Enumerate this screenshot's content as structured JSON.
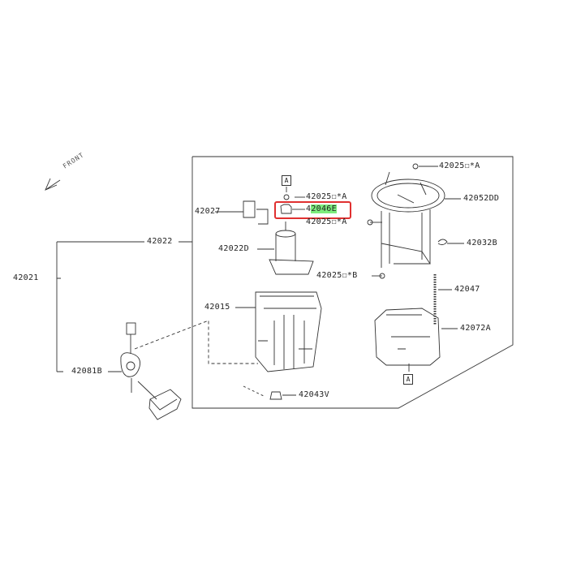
{
  "diagram": {
    "front_label": "FRONT",
    "ref_marker": "A",
    "labels": {
      "p42025_top": "42025☐*A",
      "p42052DD": "42052DD",
      "p42025_left": "42025☐*A",
      "p42046E_hl": "2046E",
      "p42046E_pre": "4",
      "p42027": "42027",
      "p42025_mid": "42025☐*A",
      "p42032B": "42032B",
      "p42022": "42022",
      "p42022D": "42022D",
      "p42025_b": "42025☐*B",
      "p42047": "42047",
      "p42021": "42021",
      "p42015": "42015",
      "p42072A": "42072A",
      "p42081B": "42081B",
      "p42043V": "42043V"
    },
    "highlight_color": "#7dec7d",
    "callout_color": "#e03030"
  }
}
